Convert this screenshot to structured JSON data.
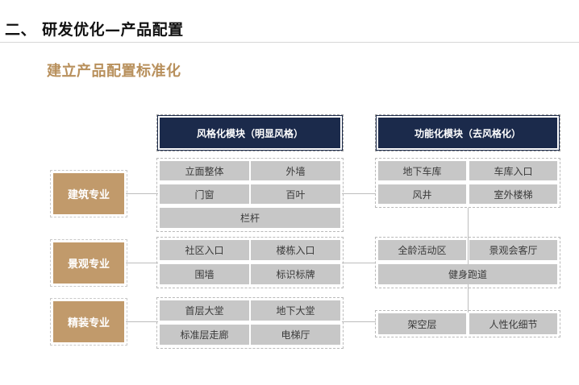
{
  "page": {
    "title": "二、 研发优化—产品配置",
    "subtitle": "建立产品配置标准化"
  },
  "headers": {
    "style_module": "风格化模块（明显风格）",
    "function_module": "功能化模块（去风格化）"
  },
  "disciplines": [
    "建筑专业",
    "景观专业",
    "精装专业"
  ],
  "style_groups": {
    "architecture": [
      "立面整体",
      "外墙",
      "门窗",
      "百叶",
      "栏杆"
    ],
    "landscape": [
      "社区入口",
      "楼栋入口",
      "围墙",
      "标识标牌"
    ],
    "interior": [
      "首层大堂",
      "地下大堂",
      "标准层走廊",
      "电梯厅"
    ]
  },
  "function_groups": {
    "architecture": [
      "地下车库",
      "车库入口",
      "风井",
      "室外楼梯"
    ],
    "landscape": [
      "全龄活动区",
      "景观会客厅",
      "健身跑道"
    ],
    "interior": [
      "架空层",
      "人性化细节"
    ]
  }
}
